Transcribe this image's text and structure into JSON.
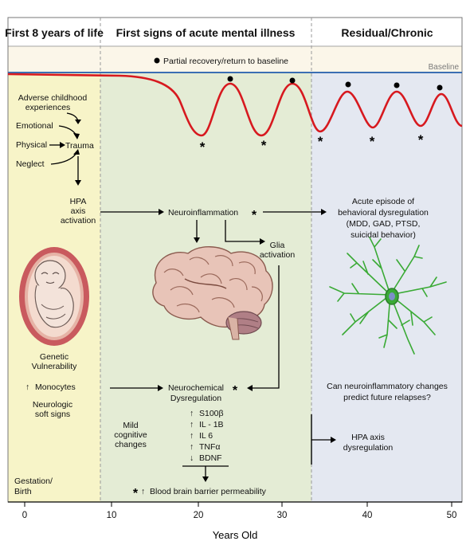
{
  "headers": {
    "first8": "First 8 years of life",
    "acute": "First signs of acute mental illness",
    "chronic": "Residual/Chronic"
  },
  "legend": {
    "recovery": "Partial recovery/return to baseline",
    "baseline": "Baseline"
  },
  "trauma": {
    "adverse_1": "Adverse childhood",
    "adverse_2": "experiences",
    "emotional": "Emotional",
    "physical": "Physical",
    "neglect": "Neglect",
    "trauma": "Trauma"
  },
  "hpa": {
    "l1": "HPA",
    "l2": "axis",
    "l3": "activation"
  },
  "neuroinflammation": "Neuroinflammation",
  "glia": {
    "l1": "Glia",
    "l2": "activation"
  },
  "acute_episode": {
    "l1": "Acute episode of",
    "l2": "behavioral dysregulation",
    "l3": "(MDD, GAD, PTSD,",
    "l4": "suicidal behavior)"
  },
  "genetic": {
    "l1": "Genetic",
    "l2": "Vulnerability"
  },
  "monocytes": "Monocytes",
  "neurologic": {
    "l1": "Neurologic",
    "l2": "soft signs"
  },
  "gestation": {
    "l1": "Gestation/",
    "l2": "Birth"
  },
  "mild": {
    "l1": "Mild",
    "l2": "cognitive",
    "l3": "changes"
  },
  "neurochemical": {
    "l1": "Neurochemical",
    "l2": "Dysregulation"
  },
  "markers": [
    "S100β",
    "IL - 1B",
    "IL 6",
    "TNFα",
    "BDNF"
  ],
  "bbb": "Blood brain barrier permeability",
  "question": {
    "l1": "Can neuroinflammatory changes",
    "l2": "predict future relapses?"
  },
  "hpa_dys": {
    "l1": "HPA axis",
    "l2": "dysregulation"
  },
  "xaxis": {
    "title": "Years Old",
    "ticks": [
      "0",
      "10",
      "20",
      "30",
      "40",
      "50"
    ]
  },
  "colors": {
    "first8_bg": "#f7f4c8",
    "acute_bg": "#e4ecd5",
    "chronic_bg": "#e4e8f1",
    "curve": "#d7191f",
    "baseline": "#3b6fb3",
    "microglia": "#3aaa35"
  }
}
